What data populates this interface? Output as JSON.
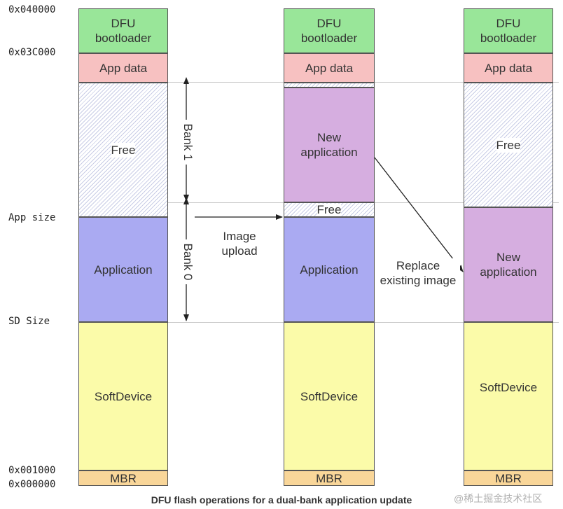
{
  "addresses": {
    "a_040000": "0x040000",
    "a_03c000": "0x03C000",
    "app_size": "App size",
    "sd_size": "SD Size",
    "a_001000": "0x001000",
    "a_000000": "0x000000"
  },
  "column1": {
    "dfu": "DFU bootloader",
    "app_data": "App data",
    "free": "Free",
    "application": "Application",
    "softdevice": "SoftDevice",
    "mbr": "MBR"
  },
  "column2": {
    "dfu": "DFU bootloader",
    "app_data": "App data",
    "new_application": "New application",
    "free": "Free",
    "application": "Application",
    "softdevice": "SoftDevice",
    "mbr": "MBR"
  },
  "column3": {
    "dfu": "DFU bootloader",
    "app_data": "App data",
    "free": "Free",
    "new_application": "New application",
    "softdevice": "SoftDevice",
    "mbr": "MBR"
  },
  "banks": {
    "bank1": "Bank 1",
    "bank0": "Bank 0"
  },
  "annotations": {
    "image_upload": "Image upload",
    "replace": "Replace existing image"
  },
  "caption": "DFU flash operations for a dual-bank application update",
  "watermark": "@稀土掘金技术社区",
  "colors": {
    "dfu": "#99e699",
    "app_data": "#f7c1c1",
    "new_application": "#d6aee0",
    "application": "#aaaaf2",
    "softdevice": "#fbfba9",
    "mbr": "#f9d699"
  }
}
